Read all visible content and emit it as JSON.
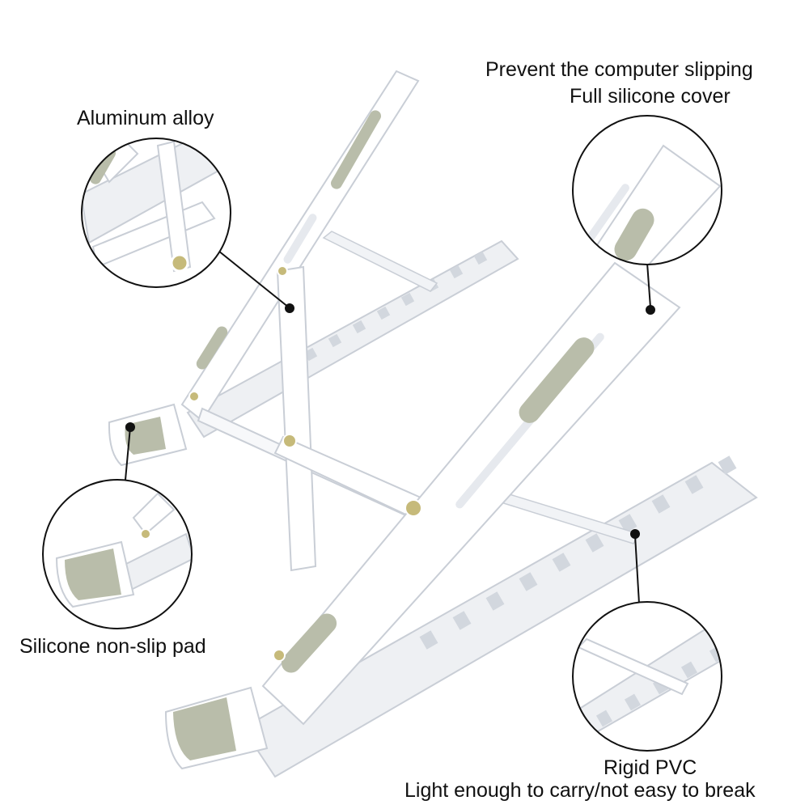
{
  "callouts": {
    "aluminum_alloy": "Aluminum alloy",
    "prevent_slipping": "Prevent the computer slipping",
    "full_silicone_cover": "Full silicone cover",
    "silicone_pad": "Silicone non-slip pad",
    "rigid_pvc": "Rigid PVC",
    "light_enough": "Light enough to carry/not easy to break"
  },
  "colors": {
    "stand_white": "#ffffff",
    "stand_shade": "#e6e9ee",
    "stand_edge": "#c9ced6",
    "silicone_pad": "#b9bdaa",
    "hinge_screw": "#c6ba7a",
    "callout_line": "#111111"
  }
}
